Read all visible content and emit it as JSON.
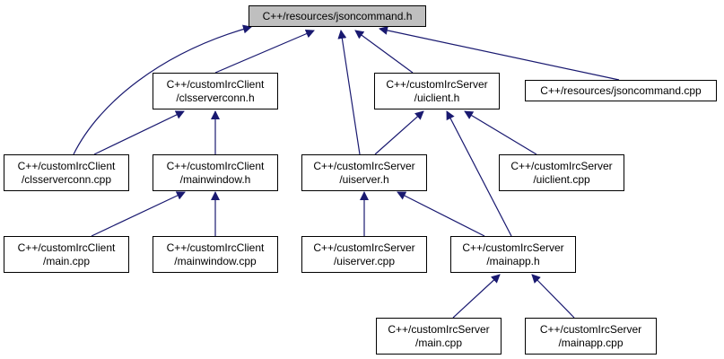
{
  "colors": {
    "edge": "#191970",
    "root_fill": "#bfbfbf",
    "node_fill": "#ffffff",
    "border": "#000000"
  },
  "nodes": {
    "root": {
      "lines": [
        "C++/resources/jsoncommand.h"
      ]
    },
    "client_connh": {
      "lines": [
        "C++/customIrcClient",
        "/clsserverconn.h"
      ]
    },
    "server_uich": {
      "lines": [
        "C++/customIrcServer",
        "/uiclient.h"
      ]
    },
    "rootcpp": {
      "lines": [
        "C++/resources/jsoncommand.cpp"
      ]
    },
    "client_conncpp": {
      "lines": [
        "C++/customIrcClient",
        "/clsserverconn.cpp"
      ]
    },
    "client_mwh": {
      "lines": [
        "C++/customIrcClient",
        "/mainwindow.h"
      ]
    },
    "server_uish": {
      "lines": [
        "C++/customIrcServer",
        "/uiserver.h"
      ]
    },
    "server_uiccpp": {
      "lines": [
        "C++/customIrcServer",
        "/uiclient.cpp"
      ]
    },
    "client_main": {
      "lines": [
        "C++/customIrcClient",
        "/main.cpp"
      ]
    },
    "client_mwcpp": {
      "lines": [
        "C++/customIrcClient",
        "/mainwindow.cpp"
      ]
    },
    "server_uiscpp": {
      "lines": [
        "C++/customIrcServer",
        "/uiserver.cpp"
      ]
    },
    "server_mah": {
      "lines": [
        "C++/customIrcServer",
        "/mainapp.h"
      ]
    },
    "server_main": {
      "lines": [
        "C++/customIrcServer",
        "/main.cpp"
      ]
    },
    "server_macpp": {
      "lines": [
        "C++/customIrcServer",
        "/mainapp.cpp"
      ]
    }
  }
}
